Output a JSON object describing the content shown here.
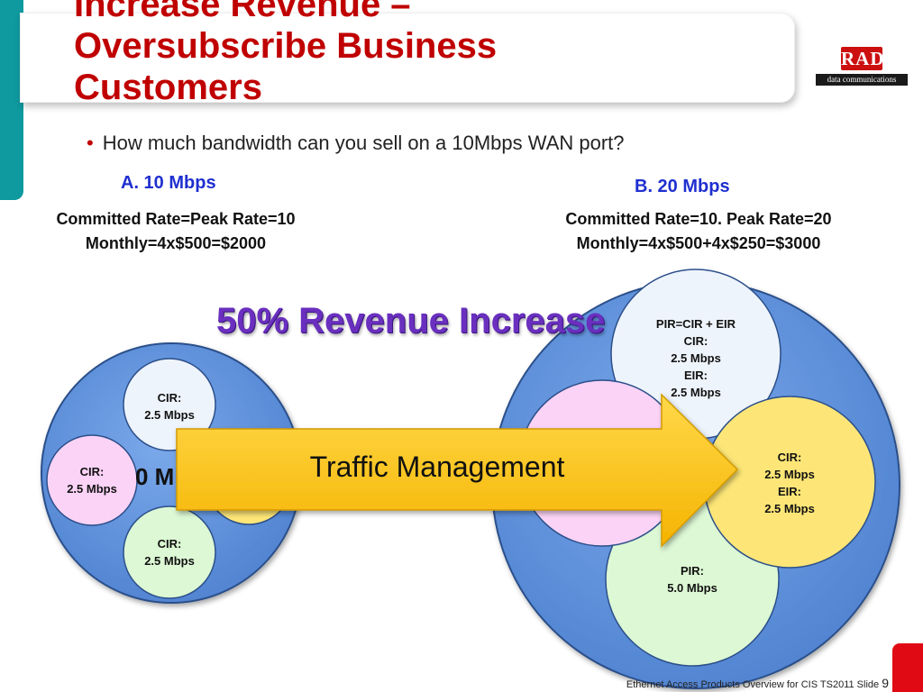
{
  "title_lines": [
    "Increase Revenue –",
    "Oversubscribe Business",
    "Customers"
  ],
  "logo": {
    "brand": "RAD",
    "tagline": "data communications"
  },
  "bullet": "How much bandwidth can you sell on a 10Mbps WAN port?",
  "option_a": {
    "label": "A. 10 Mbps",
    "line1": "Committed Rate=Peak Rate=10",
    "line2": "Monthly=4x$500=$2000"
  },
  "option_b": {
    "label": "B. 20 Mbps",
    "line1": "Committed Rate=10. Peak Rate=20",
    "line2": "Monthly=4x$500+4x$250=$3000"
  },
  "revenue_text": "50% Revenue Increase",
  "left_circles": {
    "top": {
      "l1": "CIR:",
      "l2": "2.5 Mbps"
    },
    "left": {
      "l1": "CIR:",
      "l2": "2.5 Mbps"
    },
    "bottom": {
      "l1": "CIR:",
      "l2": "2.5 Mbps"
    },
    "center_partial": "0 M"
  },
  "right_circles": {
    "top": {
      "l1": "PIR=CIR + EIR",
      "l2": "CIR:",
      "l3": "2.5 Mbps",
      "l4": "EIR:",
      "l5": "2.5 Mbps"
    },
    "right": {
      "l1": "CIR:",
      "l2": "2.5 Mbps",
      "l3": "EIR:",
      "l4": "2.5 Mbps"
    },
    "bottom": {
      "l1": "PIR:",
      "l2": "5.0 Mbps"
    }
  },
  "arrow_label": "Traffic Management",
  "footer": {
    "text": "Ethernet Access Products Overview for CIS TS2011 Slide",
    "page": "9"
  },
  "colors": {
    "title": "#c00000",
    "teal": "#0f9aa0",
    "option_label": "#1f2fd0",
    "revenue": "#6a2fbf",
    "outer_circle": "#5b8fdc",
    "white_circle": "#eef4fb",
    "pink_circle": "#fbd3f6",
    "yellow_circle": "#fde677",
    "green_circle": "#dcf8d4",
    "arrow": "#ffc000"
  }
}
